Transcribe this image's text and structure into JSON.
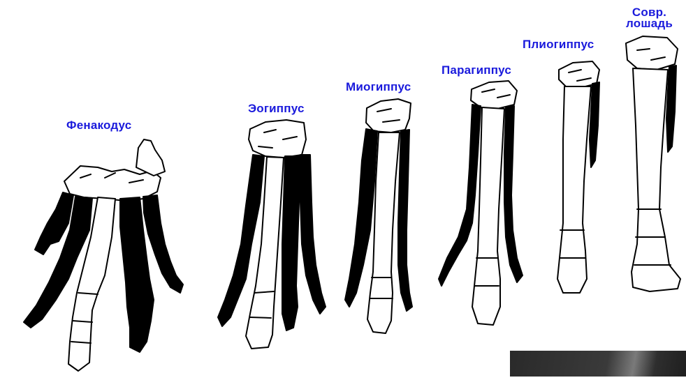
{
  "colors": {
    "label": "#1a1adc",
    "bone_light": "#ffffff",
    "bone_dark": "#000000",
    "outline": "#000000"
  },
  "labels": {
    "phenacodus": "Фенакодус",
    "eohippus": "Эогиппус",
    "miohippus": "Миогиппус",
    "parahippus": "Парагиппус",
    "pliohippus": "Плиогиппус",
    "modern_horse_line1": "Совр.",
    "modern_horse_line2": "лошадь"
  }
}
